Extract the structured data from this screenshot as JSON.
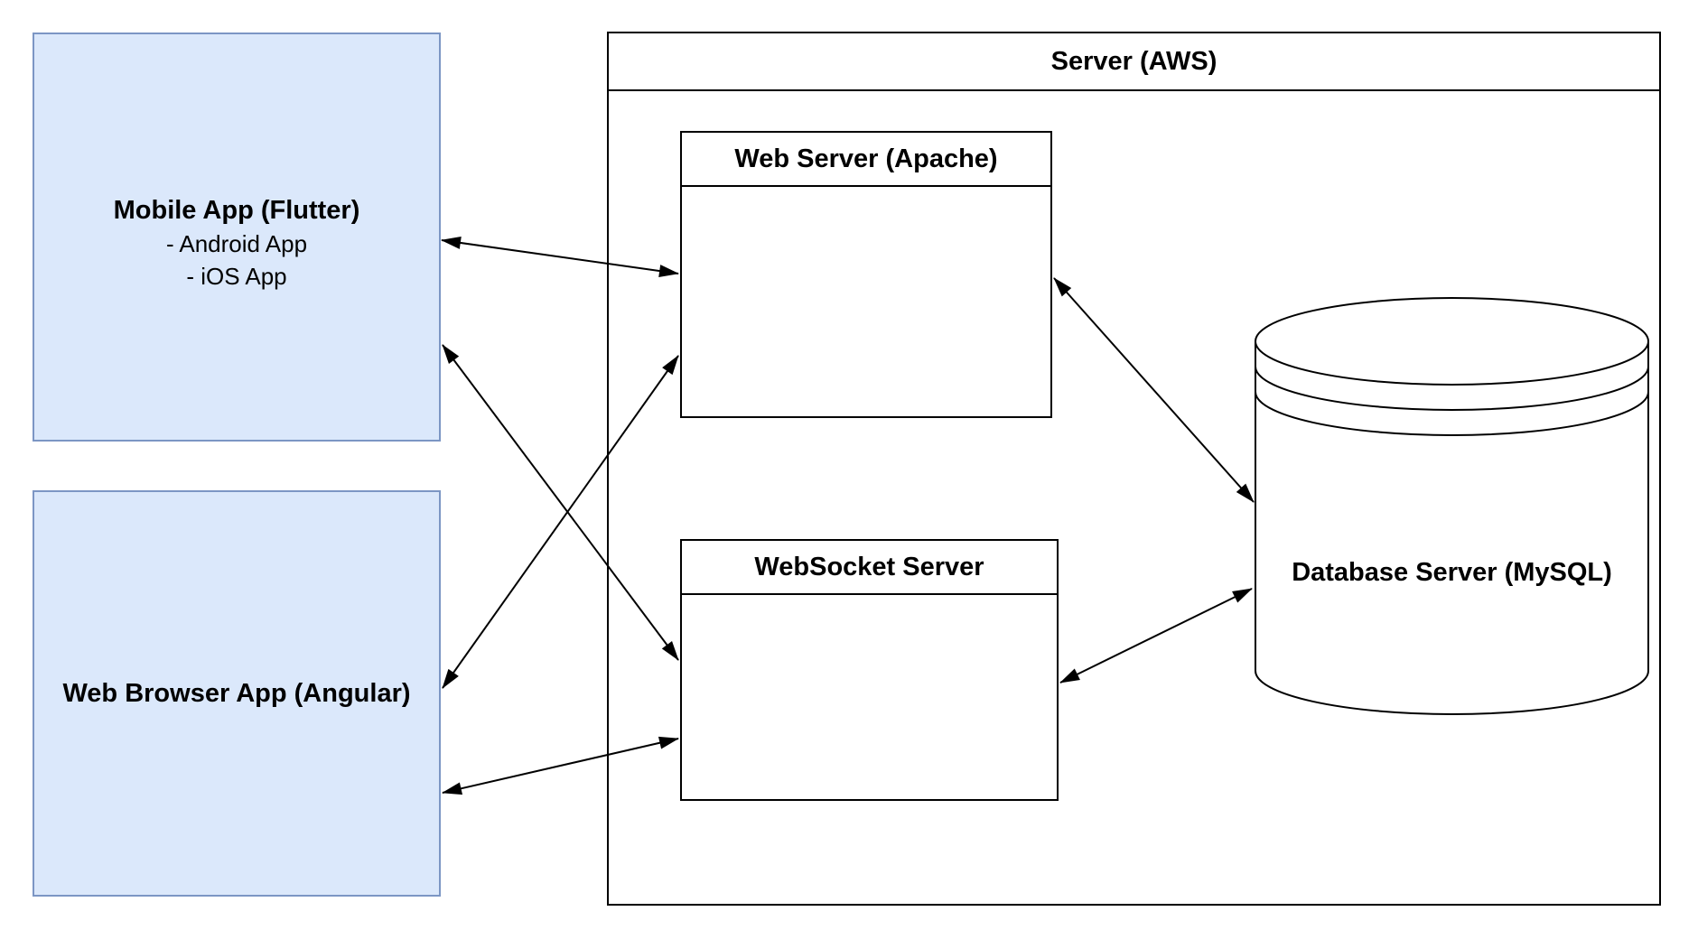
{
  "diagram": {
    "clients": {
      "mobile": {
        "title": "Mobile App (Flutter)",
        "items": [
          "- Android App",
          "- iOS App"
        ]
      },
      "browser": {
        "title": "Web Browser App (Angular)"
      }
    },
    "server": {
      "title": "Server (AWS)",
      "web_server": {
        "title": "Web Server (Apache)"
      },
      "websocket_server": {
        "title": "WebSocket Server"
      },
      "database": {
        "title": "Database Server (MySQL)"
      }
    },
    "connections": [
      "Mobile App <-> Web Server (Apache)",
      "Mobile App <-> WebSocket Server",
      "Web Browser App <-> Web Server (Apache)",
      "Web Browser App <-> WebSocket Server",
      "Web Server (Apache) <-> Database Server (MySQL)",
      "WebSocket Server <-> Database Server (MySQL)"
    ],
    "colors": {
      "client_fill": "#dbe8fb",
      "client_border": "#7c96c4",
      "server_fill": "#ffffff",
      "server_border": "#000000",
      "connector": "#000000",
      "text": "#000000",
      "background": "#ffffff"
    }
  }
}
